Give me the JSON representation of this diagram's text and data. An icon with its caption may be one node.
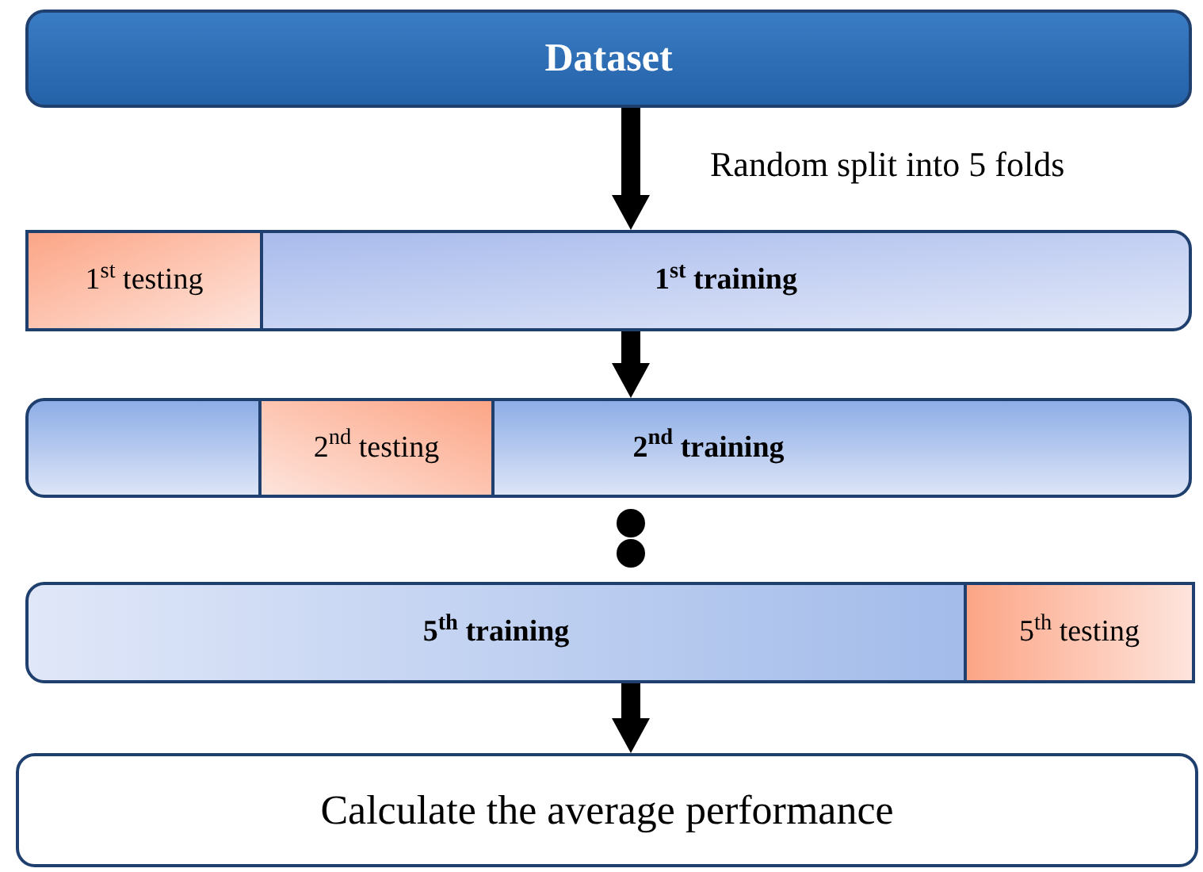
{
  "diagram": {
    "nodes": [
      {
        "text": [
          "Dataset"
        ]
      },
      {
        "text": [
          "1$^{st}$ training"
        ]
      },
      {
        "text": [
          "1$^{st}$ testing"
        ],
        "in": 1
      },
      {
        "text": [
          "2$^{nd}$ training"
        ]
      },
      {
        "text": [
          "2$^{nd}$ testing"
        ],
        "in": 3
      },
      {
        "text": [
          "5$^{th}$ training"
        ]
      },
      {
        "text": [
          "5$^{th}$ testing"
        ],
        "in": 5
      },
      {
        "text": [
          "Calculate the average performance"
        ]
      }
    ],
    "edges": [
      {
        "from": 0,
        "to": 1,
        "arrow": "to",
        "label": "Random split into 5 folds"
      },
      {
        "from": 1,
        "to": 3,
        "arrow": "to"
      },
      {
        "from": 5,
        "to": 7,
        "arrow": "to"
      }
    ]
  }
}
